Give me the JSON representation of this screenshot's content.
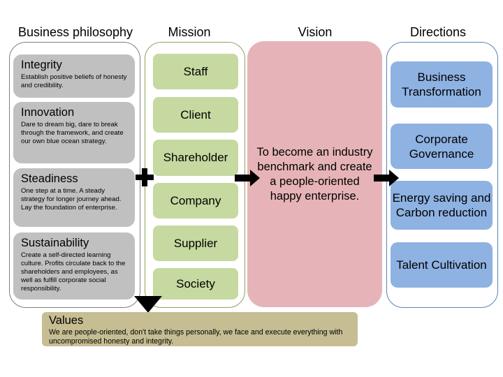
{
  "headers": {
    "philosophy": "Business philosophy",
    "mission": "Mission",
    "vision": "Vision",
    "directions": "Directions"
  },
  "philosophy": [
    {
      "title": "Integrity",
      "desc": "Establish positive beliefs of honesty and credibility."
    },
    {
      "title": "Innovation",
      "desc": "Dare to dream big, dare to break through the framework, and create our own blue ocean strategy."
    },
    {
      "title": "Steadiness",
      "desc": "One step at a time. A steady strategy for longer journey ahead. Lay the foundation of enterprise."
    },
    {
      "title": "Sustainability",
      "desc": "Create a self-directed learning culture. Profits circulate back to the shareholders and employees, as well as fulfill corporate social responsibility."
    }
  ],
  "mission": [
    "Staff",
    "Client",
    "Shareholder",
    "Company",
    "Supplier",
    "Society"
  ],
  "vision": "To become an industry benchmark and create a people-oriented happy enterprise.",
  "directions": [
    "Business Transformation",
    "Corporate Governance",
    "Energy saving and Carbon reduction",
    "Talent Cultivation"
  ],
  "values": {
    "title": "Values",
    "desc": "We are people-oriented, don't take things personally, we face and execute everything with uncompromised honesty and integrity."
  },
  "colors": {
    "philosophy_frame": "#7f7f7f",
    "philosophy_card": "#c0c0c0",
    "mission_frame": "#8ea35a",
    "mission_item": "#c6d9a0",
    "vision_box": "#e6b4b8",
    "directions_frame": "#5b83b8",
    "direction_item": "#8eb2e2",
    "values_box": "#c6bd93",
    "arrows": "#000000"
  },
  "icons": [
    "plus-icon",
    "arrow-right-icon",
    "arrow-right-icon",
    "arrow-down-icon"
  ]
}
